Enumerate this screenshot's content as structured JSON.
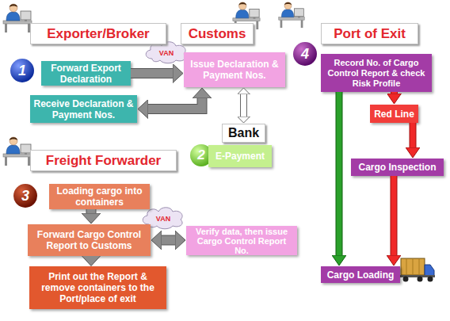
{
  "diagram": {
    "nodes": [
      {
        "text": [
          "Exporter/Broker"
        ]
      },
      {
        "text": [
          "Customs"
        ]
      },
      {
        "text": [
          "Port of Exit"
        ]
      },
      {
        "text": [
          "Forward Export Declaration"
        ]
      },
      {
        "text": [
          "Issue Declaration & Payment Nos."
        ]
      },
      {
        "text": [
          "Record No. of Cargo Control Report & check Risk Profile"
        ]
      },
      {
        "text": [
          "Receive Declaration & Payment Nos."
        ]
      },
      {
        "text": [
          "Red Line"
        ]
      },
      {
        "text": [
          "Bank"
        ]
      },
      {
        "text": [
          "E-Payment"
        ]
      },
      {
        "text": [
          "Cargo Inspection"
        ]
      },
      {
        "text": [
          "Freight Forwarder"
        ]
      },
      {
        "text": [
          "Loading cargo into containers"
        ]
      },
      {
        "text": [
          "Forward Cargo Control Report to Customs"
        ]
      },
      {
        "text": [
          "Verify data, then issue Cargo Control Report No."
        ]
      },
      {
        "text": [
          "Print out the Report & remove containers to the Port/place of exit"
        ]
      },
      {
        "text": [
          "Cargo Loading"
        ]
      }
    ],
    "edges": [
      {
        "from": 3,
        "to": 4,
        "arrow": "to"
      },
      {
        "from": 4,
        "to": 6,
        "arrow": "both"
      },
      {
        "from": 4,
        "to": 8,
        "arrow": "both"
      },
      {
        "from": 12,
        "to": 13,
        "arrow": "to"
      },
      {
        "from": 13,
        "to": 14,
        "arrow": "both"
      },
      {
        "from": 13,
        "to": 15,
        "arrow": "to"
      },
      {
        "from": 5,
        "to": 7,
        "arrow": "to"
      },
      {
        "from": 7,
        "to": 10,
        "arrow": "to"
      },
      {
        "from": 10,
        "to": 16,
        "arrow": "to"
      },
      {
        "from": 5,
        "to": 16,
        "arrow": "to"
      }
    ],
    "labels": [
      "1",
      "VAN",
      "2",
      "3",
      "VAN",
      "4"
    ]
  }
}
